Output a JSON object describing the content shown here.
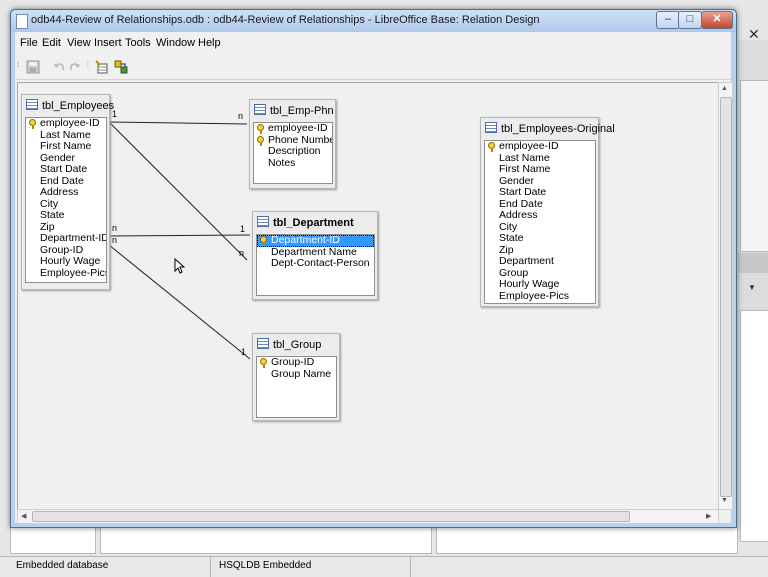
{
  "window": {
    "title": "odb44-Review of Relationships.odb : odb44-Review of Relationships - LibreOffice Base: Relation Design",
    "minimize": "‒",
    "maximize": "□",
    "close": "✕"
  },
  "menu": [
    "File",
    "Edit",
    "View",
    "Insert",
    "Tools",
    "Window",
    "Help"
  ],
  "tables": {
    "employees": {
      "name": "tbl_Employees",
      "fields": [
        "employee-ID",
        "Last Name",
        "First Name",
        "Gender",
        "Start Date",
        "End Date",
        "Address",
        "City",
        "State",
        "Zip",
        "Department-ID",
        "Group-ID",
        "Hourly Wage",
        "Employee-Pics"
      ]
    },
    "empphn": {
      "name": "tbl_Emp-Phn",
      "fields": [
        "employee-ID",
        "Phone Number",
        "Description",
        "Notes"
      ]
    },
    "department": {
      "name": "tbl_Department",
      "fields": [
        "Department-ID",
        "Department Name",
        "Dept-Contact-Person"
      ]
    },
    "group": {
      "name": "tbl_Group",
      "fields": [
        "Group-ID",
        "Group Name"
      ]
    },
    "original": {
      "name": "tbl_Employees-Original",
      "fields": [
        "employee-ID",
        "Last Name",
        "First Name",
        "Gender",
        "Start Date",
        "End Date",
        "Address",
        "City",
        "State",
        "Zip",
        "Department",
        "Group",
        "Hourly Wage",
        "Employee-Pics"
      ]
    }
  },
  "relations": {
    "one": "1",
    "many": "n"
  },
  "statusbar": {
    "left": "Embedded database",
    "middle": "HSQLDB Embedded"
  },
  "background": {
    "close": "✕"
  }
}
